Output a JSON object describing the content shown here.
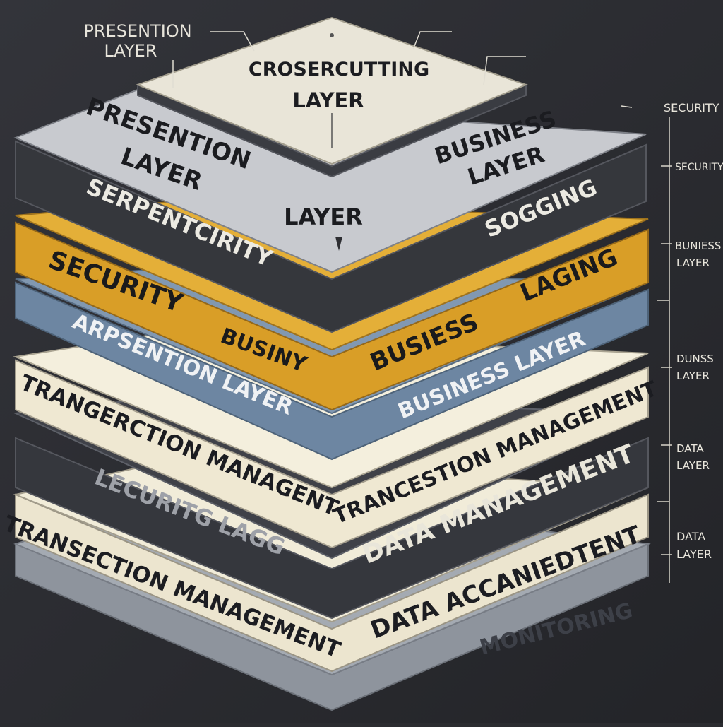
{
  "diagram": {
    "top_callout": {
      "line1": "PRESENTION",
      "line2": "LAYER"
    },
    "layers": [
      {
        "id": "tier-1",
        "top_color": "#e9e5d8",
        "side_color": "#3a3c42",
        "labels": [
          "CROSERCUTTING",
          "LAYER"
        ]
      },
      {
        "id": "tier-2",
        "top_color": "#c9cbcf",
        "side_color": "#35373c",
        "labels": [
          "PRESENTION",
          "LAYER",
          "BUSINESS",
          "LAYER",
          "LAYER",
          "SERPENTCIRITY",
          "SOGGING"
        ]
      },
      {
        "id": "tier-3",
        "top_color": "#e3ad34",
        "side_color": "#d99e27",
        "labels": [
          "SECURITY",
          "BUSINY",
          "BUSIESS",
          "LAGING"
        ]
      },
      {
        "id": "tier-4",
        "top_color": "#7b93ad",
        "side_color": "#6d86a2",
        "labels": [
          "ARPSENTION LAYER",
          "BUSINESS LAYER"
        ]
      },
      {
        "id": "tier-5",
        "top_color": "#f1ecd9",
        "side_color": "#efe8d2",
        "labels": [
          "TRANGERCTION MANAGENT",
          "TRANCESTION MANAGEMENT"
        ]
      },
      {
        "id": "tier-6",
        "top_color": "#3d3f46",
        "side_color": "#35373d",
        "labels": [
          "LECURITG LAGG",
          "DATA MANAGEMENT"
        ]
      },
      {
        "id": "tier-7",
        "top_color": "#efe9d4",
        "side_color": "#ece5cf",
        "labels": [
          "TRANSECTION MANAGEMENT",
          "DATA ACCANIEDTENT"
        ]
      },
      {
        "id": "tier-8",
        "top_color": "#9da3ab",
        "side_color": "#8d939c",
        "labels": [
          "MONITORING"
        ]
      }
    ],
    "side_labels": [
      {
        "line1": "SECURITY",
        "line2": ""
      },
      {
        "line1": "SECURITY",
        "line2": ""
      },
      {
        "line1": "BUNIESS",
        "line2": "LAYER"
      },
      {
        "line1": "DUNSS",
        "line2": "LAYER"
      },
      {
        "line1": "DATA",
        "line2": "LAYER"
      },
      {
        "line1": "DATA",
        "line2": "LAYER"
      }
    ]
  }
}
